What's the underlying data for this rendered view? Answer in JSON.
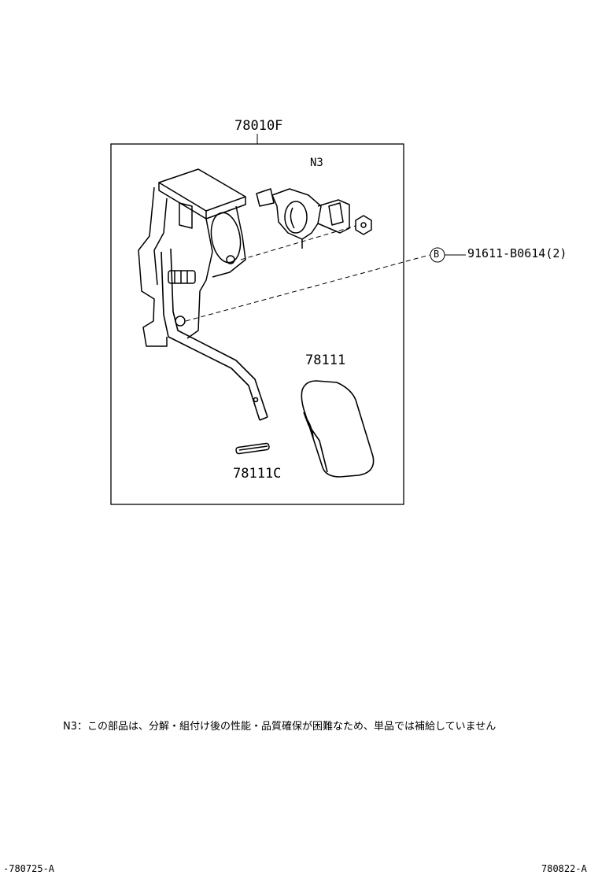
{
  "diagram": {
    "assembly_label": "78010F",
    "sensor_label": "N3",
    "bolt_ref_letter": "B",
    "bolt_label": "91611-B0614(2)",
    "pad_label": "78111",
    "clip_label": "78111C"
  },
  "note": "N3：この部品は、分解・組付け後の性能・品質確保が困難なため、単品では補給していません",
  "footer": {
    "left": "-780725-A",
    "right": "780822-A"
  }
}
